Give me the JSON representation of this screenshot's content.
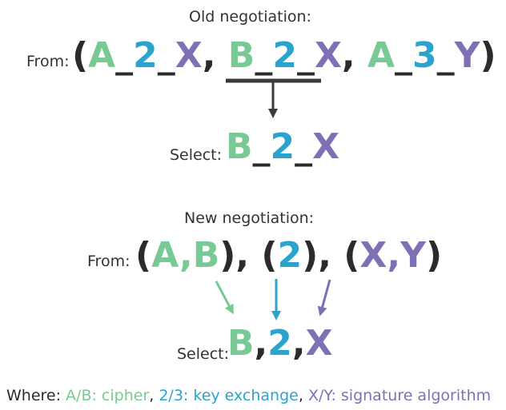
{
  "colors": {
    "cipher": "#78c993",
    "key_exchange": "#2ba3cc",
    "signature": "#7f70b5",
    "text": "#2b2b2b"
  },
  "old": {
    "heading": "Old negotiation:",
    "from_label": "From:",
    "tokens": {
      "open_paren": "(",
      "g1_cipher": "A",
      "g1_sep1": "_",
      "g1_kx": "2",
      "g1_sep2": "_",
      "g1_sig": "X",
      "comma1": ", ",
      "g2_cipher": "B",
      "g2_sep1": "_",
      "g2_kx": "2",
      "g2_sep2": "_",
      "g2_sig": "X",
      "comma2": ", ",
      "g3_cipher": "A",
      "g3_sep1": "_",
      "g3_kx": "3",
      "g3_sep2": "_",
      "g3_sig": "Y",
      "close_paren": ")"
    },
    "select_label": "Select:",
    "select_tokens": {
      "cipher": "B",
      "sep1": "_",
      "kx": "2",
      "sep2": "_",
      "sig": "X"
    }
  },
  "new": {
    "heading": "New negotiation:",
    "from_label": "From:",
    "tokens": {
      "p1_open": "(",
      "cipher_a": "A",
      "comma_a": ",",
      "cipher_b": "B",
      "p1_close": ")",
      "sep1": ", ",
      "p2_open": "(",
      "kx": "2",
      "p2_close": ")",
      "sep2": ", ",
      "p3_open": "(",
      "sig_x": "X",
      "comma_x": ",",
      "sig_y": "Y",
      "p3_close": ")"
    },
    "select_label": "Select:",
    "select_tokens": {
      "cipher": "B",
      "comma1": ",",
      "kx": "2",
      "comma2": ",",
      "sig": "X"
    }
  },
  "legend": {
    "prefix": "Where: ",
    "cipher": "A/B: cipher",
    "sep1": ", ",
    "kx": "2/3: key exchange",
    "sep2": ", ",
    "sig": "X/Y: signature algorithm"
  }
}
